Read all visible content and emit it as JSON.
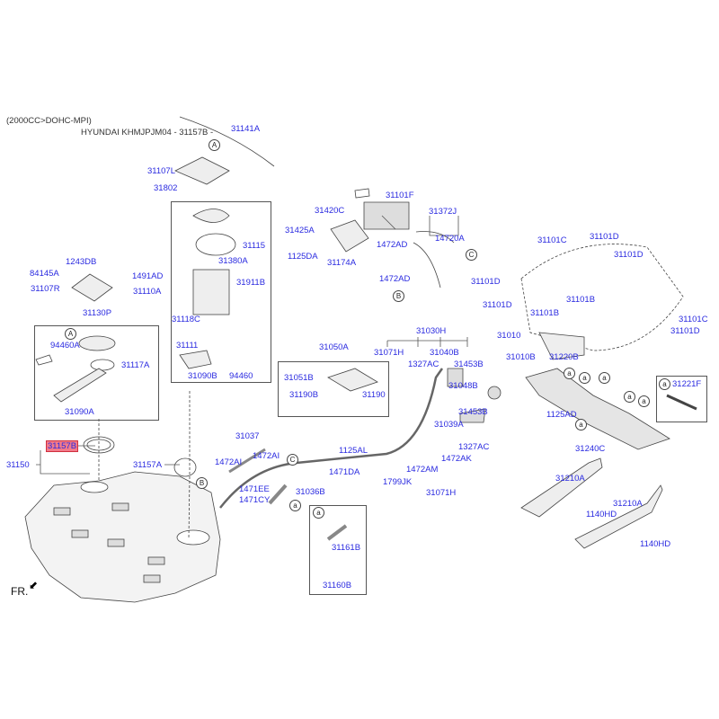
{
  "header": {
    "engine": "(2000CC>DOHC-MPI)",
    "model": "HYUNDAI KHMJPJM04 - 31157B -"
  },
  "front_marker": "FR.",
  "highlighted_part": "31157B",
  "labels": [
    "31141A",
    "31107L",
    "31802",
    "31115",
    "31380A",
    "31911B",
    "31110A",
    "31118C",
    "1243DB",
    "84145A",
    "1491AD",
    "31107R",
    "31130P",
    "94460A",
    "31117A",
    "31090A",
    "31111",
    "31090B",
    "94460",
    "31157B",
    "31150",
    "31157A",
    "31037",
    "1472AI",
    "1472AI",
    "1471EE",
    "1471CY",
    "31101F",
    "31420C",
    "31372J",
    "31425A",
    "14720A",
    "1472AD",
    "1125DA",
    "31174A",
    "1472AD",
    "31030H",
    "31050A",
    "31071H",
    "31040B",
    "1327AC",
    "31453B",
    "31051B",
    "31048B",
    "31190B",
    "31190",
    "31453B",
    "31039A",
    "1327AC",
    "1125AL",
    "1472AK",
    "1471DA",
    "1472AM",
    "1799JK",
    "31036B",
    "31071H",
    "31161B",
    "31160B",
    "31101C",
    "31101D",
    "31101D",
    "31101D",
    "31101D",
    "31101B",
    "31101B",
    "31101C",
    "31101D",
    "31010",
    "31010B",
    "31220B",
    "31221F",
    "1125AD",
    "31240C",
    "31210A",
    "1140HD",
    "31210A",
    "1140HD"
  ],
  "markers": [
    "A",
    "A",
    "B",
    "C",
    "C",
    "B",
    "a",
    "a",
    "a",
    "a",
    "a",
    "a",
    "a",
    "a",
    "a"
  ],
  "colors": {
    "label": "#2a2ae0",
    "highlight": "#f27a8a"
  }
}
